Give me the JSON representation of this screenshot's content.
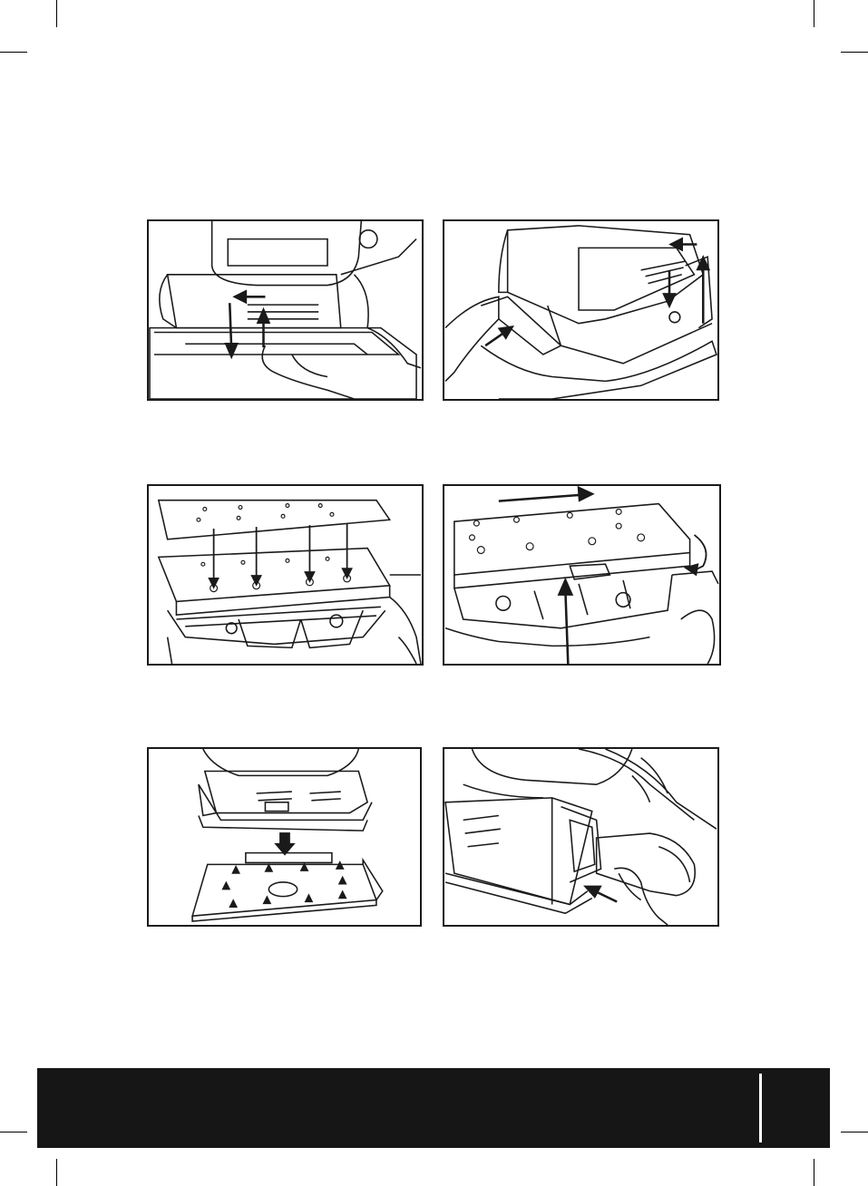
{
  "page": {
    "background": "#ffffff",
    "ink": "#1a1a1a"
  },
  "figures": [
    {
      "id": "fig-1",
      "icon": "sander-detach-plate-illustration"
    },
    {
      "id": "fig-2",
      "icon": "sander-paper-insert-illustration"
    },
    {
      "id": "fig-3",
      "icon": "perforated-sheet-align-illustration"
    },
    {
      "id": "fig-4",
      "icon": "sheet-clamp-rotate-illustration"
    },
    {
      "id": "fig-5",
      "icon": "base-plate-replace-illustration"
    },
    {
      "id": "fig-6",
      "icon": "dust-port-attach-illustration"
    }
  ],
  "footer": {
    "background": "#161616",
    "text": "",
    "page_number": ""
  }
}
